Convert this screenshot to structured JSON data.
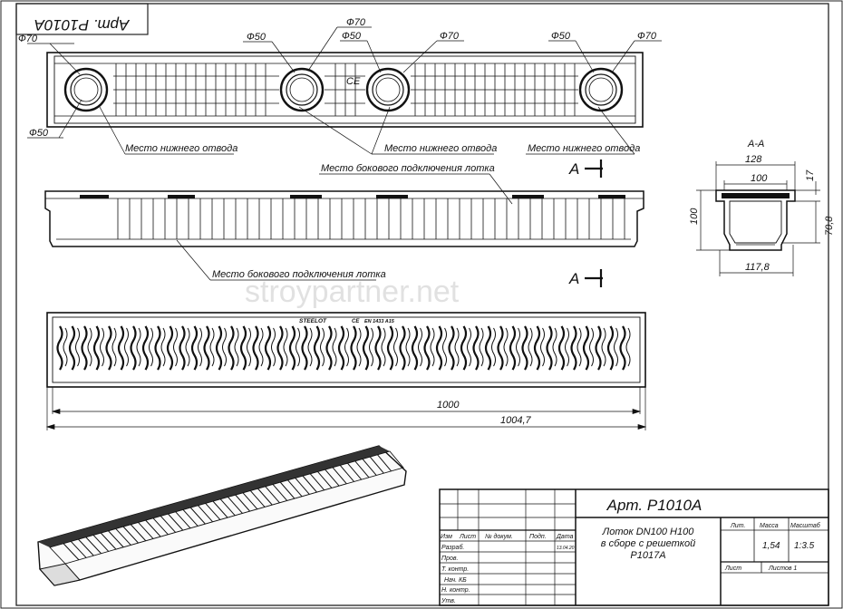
{
  "stamp": "Арт. Р1010А",
  "watermark": "stroypartner.net",
  "dims": {
    "d70": "Ф70",
    "d50": "Ф50",
    "len_inner": "1000",
    "len_outer": "1004,7"
  },
  "labels": {
    "bottom_outlet": "Место нижнего отвода",
    "side_connection": "Место бокового подключения лотка",
    "cut_mark": "А",
    "grate_brand": "STEELOT",
    "grate_ce": "CE",
    "grate_norm": "EN 1433 A15"
  },
  "section": {
    "title": "А-А",
    "w_outer": "128",
    "w_inner": "100",
    "w_bottom": "117,8",
    "h": "100",
    "h_inner": "70,8",
    "grate_h": "17"
  },
  "title_block": {
    "article": "Арт. Р1010А",
    "col_izm": "Изм",
    "col_list": "Лист",
    "col_doc": "№ докум.",
    "col_sign": "Подп.",
    "col_date": "Дата",
    "row_razrab": "Разраб.",
    "row_prov": "Пров.",
    "row_tkontr": "Т. контр.",
    "row_nach": "Нач. КБ",
    "row_nkontr": "Н. контр.",
    "row_utv": "Утв.",
    "date_value": "13.04.20",
    "name_1": "Лоток DN100 Н100",
    "name_2": "в сборе с решеткой",
    "name_3": "Р1017А",
    "lit": "Лит.",
    "massa": "Масса",
    "scale_label": "Масштаб",
    "mass_value": "1,54",
    "scale_value": "1:3.5",
    "list": "Лист",
    "listov": "Листов 1"
  }
}
